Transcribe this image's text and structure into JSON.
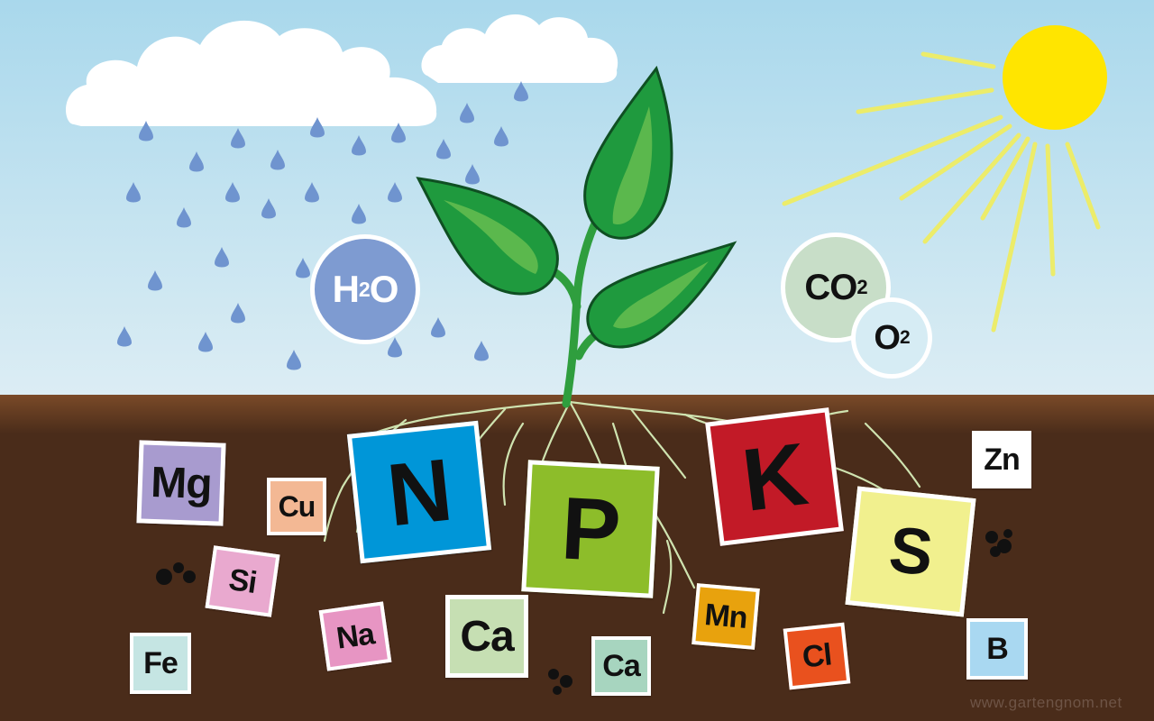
{
  "bubbles": [
    {
      "id": "water",
      "main": "H",
      "sub": "2",
      "tail": "O",
      "fill": "#7e9bd1",
      "text_color": "#ffffff"
    },
    {
      "id": "co2",
      "main": "CO",
      "sub": "2",
      "tail": "",
      "fill": "#c8dec8",
      "text_color": "#111111"
    },
    {
      "id": "o2",
      "main": "O",
      "sub": "2",
      "tail": "",
      "fill": "#d6ecf4",
      "text_color": "#111111"
    }
  ],
  "elements": [
    {
      "id": "mg",
      "symbol": "Mg",
      "fill": "#a89bcf"
    },
    {
      "id": "cu",
      "symbol": "Cu",
      "fill": "#f3b894"
    },
    {
      "id": "n",
      "symbol": "N",
      "fill": "#0096d8"
    },
    {
      "id": "p",
      "symbol": "P",
      "fill": "#8dbd2a"
    },
    {
      "id": "k",
      "symbol": "K",
      "fill": "#c21a27"
    },
    {
      "id": "zn",
      "symbol": "Zn",
      "fill": "#ffffff"
    },
    {
      "id": "s",
      "symbol": "S",
      "fill": "#f1f08e"
    },
    {
      "id": "si",
      "symbol": "Si",
      "fill": "#e9a9cf"
    },
    {
      "id": "fe",
      "symbol": "Fe",
      "fill": "#c5e5e3"
    },
    {
      "id": "na",
      "symbol": "Na",
      "fill": "#e795c3"
    },
    {
      "id": "ca1",
      "symbol": "Ca",
      "fill": "#c6dfb3"
    },
    {
      "id": "ca2",
      "symbol": "Ca",
      "fill": "#a7d5bf"
    },
    {
      "id": "mn",
      "symbol": "Mn",
      "fill": "#e8a20d"
    },
    {
      "id": "cl",
      "symbol": "Cl",
      "fill": "#e9511e"
    },
    {
      "id": "b",
      "symbol": "B",
      "fill": "#a9d8f1"
    }
  ],
  "credit": "www.gartengnom.net",
  "colors": {
    "sky_top": "#a9d8ec",
    "sky_bottom": "#dcedf4",
    "soil": "#4a2c1a",
    "soil_top": "#7a4a28",
    "cloud": "#ffffff",
    "raindrop": "#6f94cf",
    "sun": "#ffe500",
    "sun_ray": "#ecec6a",
    "leaf_dark": "#1f9a3e",
    "leaf_light": "#5bb84d",
    "leaf_outline": "#0f4f22",
    "stem": "#2f9e3e",
    "root": "#cfe3b0"
  }
}
